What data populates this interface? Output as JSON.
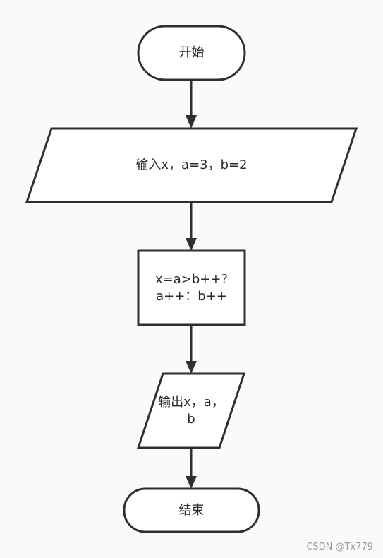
{
  "nodes": {
    "start": "开始",
    "input": "输入x，a=3，b=2",
    "process_line1": "x=a>b++?",
    "process_line2": "a++：b++",
    "output_line1": "输出x，a，",
    "output_line2": "b",
    "end": "结束"
  },
  "watermark": "CSDN @Tx779"
}
